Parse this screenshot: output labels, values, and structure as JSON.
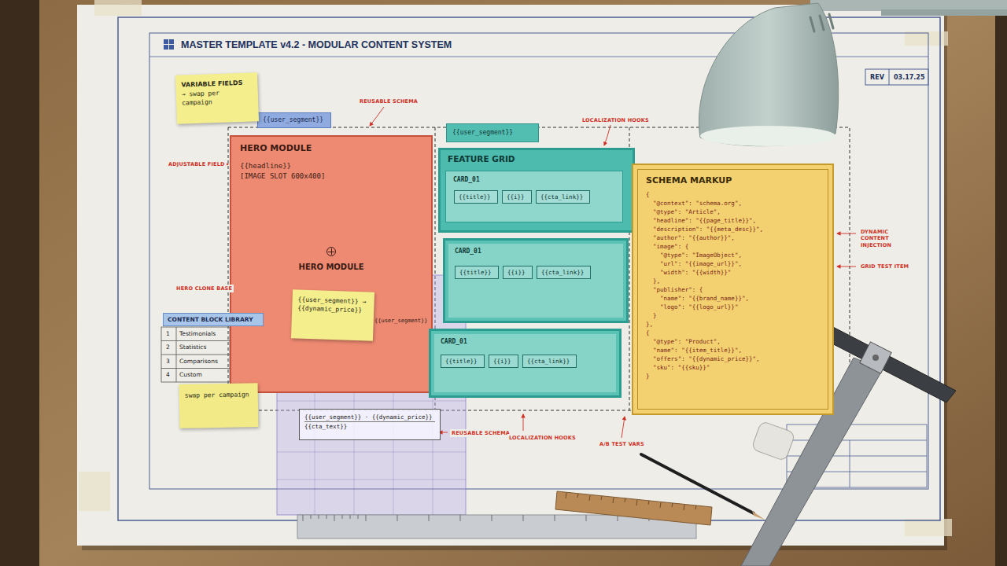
{
  "diagram": {
    "title": "MASTER TEMPLATE v4.2 - MODULAR CONTENT SYSTEM",
    "nodes": [
      {
        "text": [
          "{{user_segment}}"
        ]
      },
      {
        "text": [
          "VARIABLE FIELDS",
          "→ swap per campaign"
        ]
      },
      {
        "text": [
          "HERO MODULE",
          "{{headline}}",
          "[IMAGE SLOT 600x400]",
          "HERO MODULE"
        ]
      },
      {
        "text": [
          "{{user_segment}} → {{dynamic_price}}"
        ],
        "in": 2
      },
      {
        "text": [
          "{{user_segment}}"
        ]
      },
      {
        "text": [
          "FEATURE GRID"
        ]
      },
      {
        "text": [
          "CARD_01"
        ],
        "in": 5
      },
      {
        "text": [
          "{{title}}"
        ],
        "in": 6
      },
      {
        "text": [
          "{{i}}"
        ],
        "in": 6
      },
      {
        "text": [
          "{{cta_link}}"
        ],
        "in": 6
      },
      {
        "text": [
          "CARD_01"
        ]
      },
      {
        "text": [
          "{{title}}"
        ],
        "in": 10
      },
      {
        "text": [
          "{{i}}"
        ],
        "in": 10
      },
      {
        "text": [
          "{{cta_link}}"
        ],
        "in": 10
      },
      {
        "text": [
          "CARD_01"
        ]
      },
      {
        "text": [
          "{{title}}"
        ],
        "in": 14
      },
      {
        "text": [
          "{{i}}"
        ],
        "in": 14
      },
      {
        "text": [
          "{{cta_link}}"
        ],
        "in": 14
      },
      {
        "text": [
          "SCHEMA MARKUP",
          "{",
          "  \"@context\": \"schema.org\",",
          "  \"@type\": \"Article\",",
          "  \"headline\": \"{{page_title}}\",",
          "  \"description\": \"{{meta_desc}}\",",
          "  \"author\": \"{{author}}\",",
          "  \"image\": {",
          "    \"@type\": \"ImageObject\",",
          "    \"url\": \"{{image_url}}\",",
          "    \"width\": \"{{width}}\"",
          "  },",
          "  \"publisher\": {",
          "    \"name\": \"{{brand_name}}\",",
          "    \"logo\": \"{{logo_url}}\"",
          "  }",
          "},",
          "{",
          "  \"@type\": \"Product\",",
          "  \"name\": \"{{item_title}}\",",
          "  \"offers\": \"{{dynamic_price}}\",",
          "  \"sku\": \"{{sku}}\"",
          "}"
        ]
      },
      {
        "text": [
          "CONTENT BLOCK LIBRARY"
        ]
      },
      {
        "text": [
          "swap per campaign"
        ]
      },
      {
        "text": [
          "{{user_segment}} · {{dynamic_price}}",
          "{{cta_text}}"
        ]
      }
    ],
    "labels": [
      "REV",
      "03.17.25",
      "REUSABLE SCHEMA",
      "LOCALIZATION HOOKS",
      "ADJUSTABLE FIELD",
      "HERO CLONE BASE",
      "DYNAMIC CONTENT INJECTION",
      "GRID TEST ITEM",
      "REUSABLE SCHEMA",
      "LOCALIZATION HOOKS",
      "A/B TEST VARS",
      "{{user_segment}}",
      "1",
      "Testimonials",
      "2",
      "Statistics",
      "3",
      "Comparisons",
      "4",
      "Custom"
    ]
  }
}
